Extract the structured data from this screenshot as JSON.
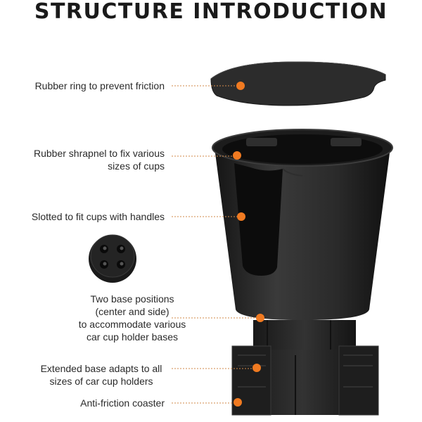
{
  "title": "STRUCTURE INTRODUCTION",
  "callouts": [
    "Rubber ring to prevent friction",
    "Rubber shrapnel to fix various\nsizes of cups",
    "Slotted to fit cups with handles",
    "Two base positions\n(center and side)\nto accommodate various\ncar cup holder bases",
    "Extended base adapts to all\nsizes of car cup holders",
    "Anti-friction coaster"
  ],
  "colors": {
    "accent": "#f07a21",
    "product": "#262626",
    "leader": "#d28a4a"
  }
}
